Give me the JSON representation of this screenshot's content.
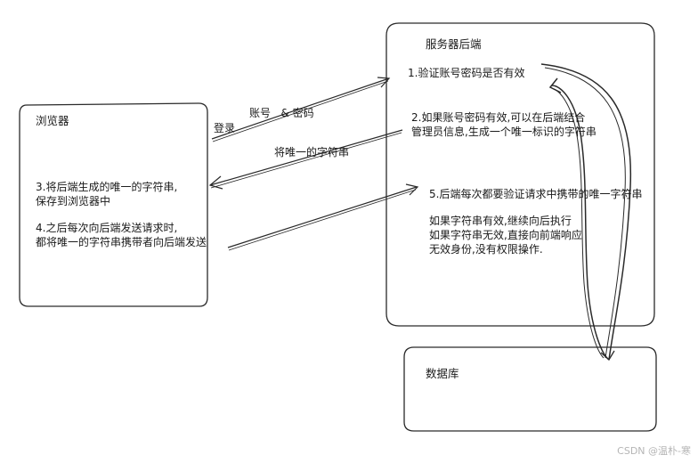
{
  "browser": {
    "title": "浏览器",
    "step3_line1": "3.将后端生成的唯一的字符串,",
    "step3_line2": "保存到浏览器中",
    "step4_line1": "4.之后每次向后端发送请求时,",
    "step4_line2": "都将唯一的字符串携带者向后端发送"
  },
  "server": {
    "title": "服务器后端",
    "step1": "1.验证账号密码是否有效",
    "step2_line1": "2.如果账号密码有效,可以在后端结合",
    "step2_line2": "管理员信息,生成一个唯一标识的字符串",
    "step5": "5.后端每次都要验证请求中携带的唯一字符串",
    "valid": "如果字符串有效,继续向后执行",
    "invalid": "如果字符串无效,直接向前端响应",
    "no_permission": "无效身份,没有权限操作."
  },
  "database": {
    "title": "数据库"
  },
  "arrows": {
    "login": "登录",
    "credentials": "账号   & 密码",
    "unique_string": "将唯一的字符串"
  },
  "watermark": "CSDN @温朴-寒",
  "colors": {
    "stroke": "#2a2a2a",
    "text": "#1a1a1a"
  }
}
